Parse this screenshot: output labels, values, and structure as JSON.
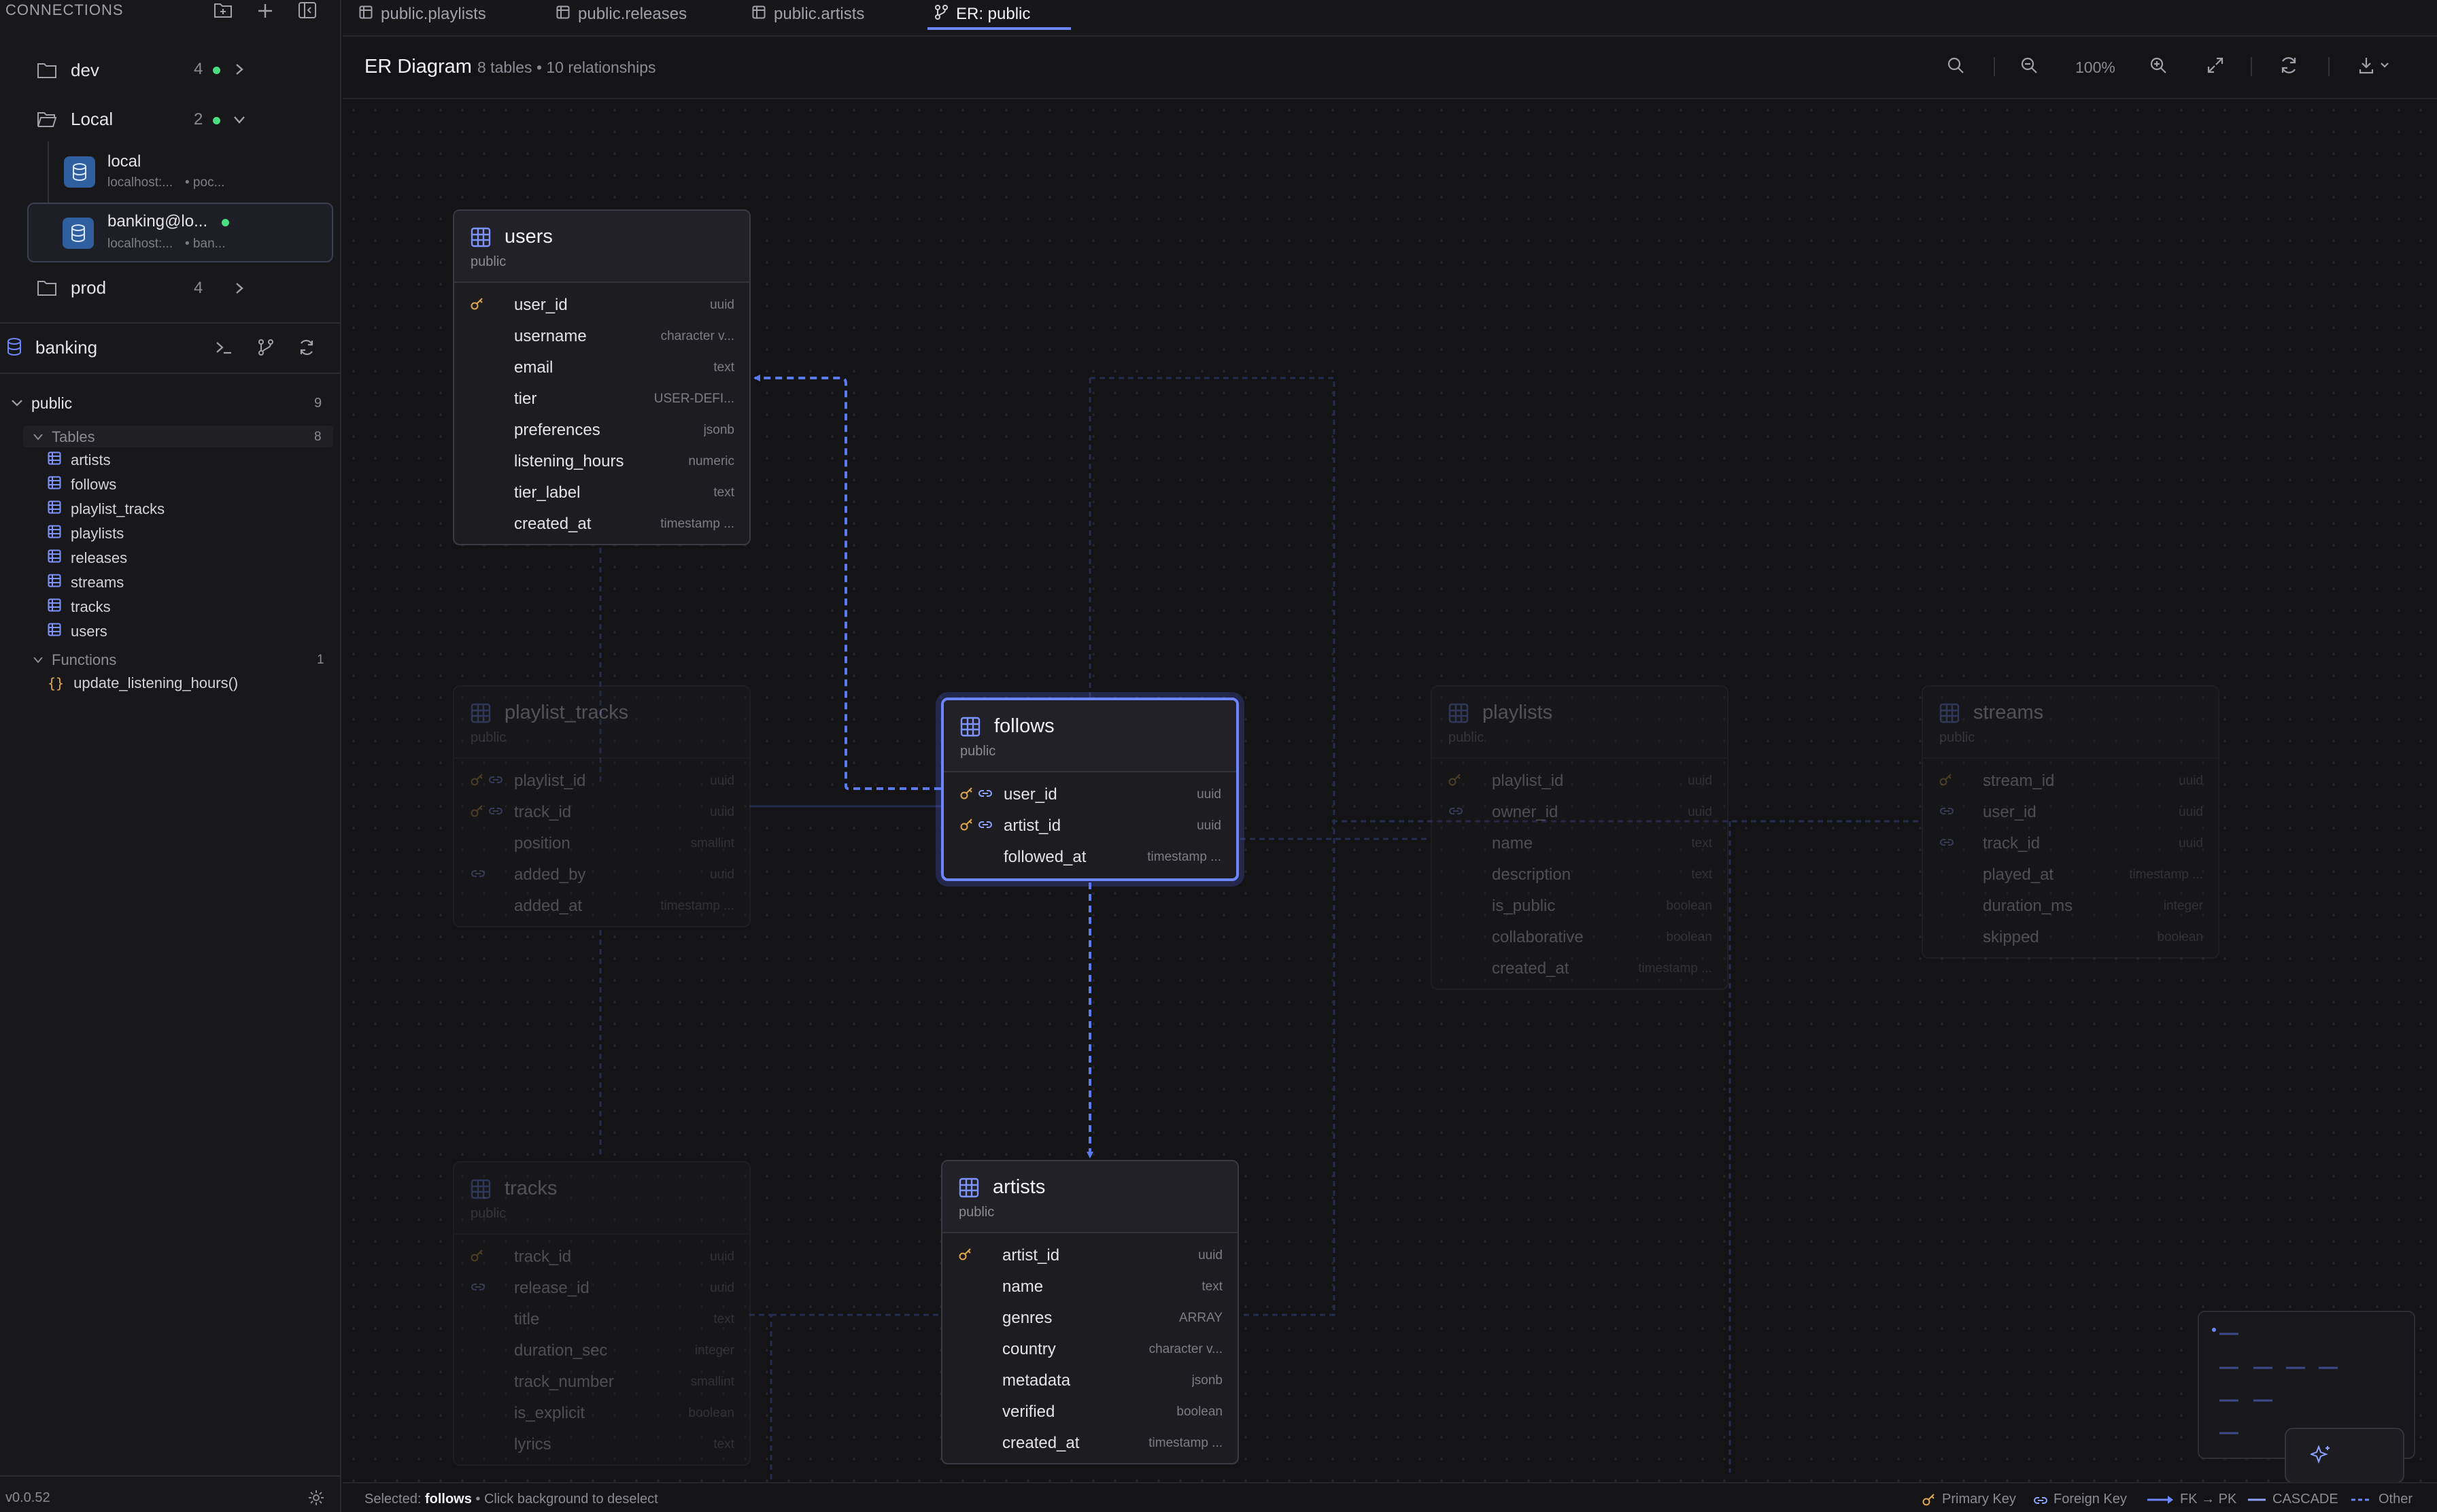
{
  "sidebar": {
    "connections_label": "CONNECTIONS",
    "groups": [
      {
        "name": "dev",
        "count": "4"
      },
      {
        "name": "Local",
        "count": "2"
      },
      {
        "name": "prod",
        "count": "4"
      }
    ],
    "connections": [
      {
        "name": "local",
        "host": "localhost:...",
        "db": "• poc..."
      },
      {
        "name": "banking@lo...",
        "host": "localhost:...",
        "db": "• ban..."
      }
    ],
    "db_name": "banking",
    "schema": {
      "name": "public",
      "count": "9"
    },
    "tables_label": "Tables",
    "tables_count": "8",
    "tables": [
      "artists",
      "follows",
      "playlist_tracks",
      "playlists",
      "releases",
      "streams",
      "tracks",
      "users"
    ],
    "functions_label": "Functions",
    "functions_count": "1",
    "functions": [
      "update_listening_hours()"
    ],
    "version": "v0.0.52"
  },
  "tabs": [
    {
      "label": "public.playlists",
      "icon": "table-icon"
    },
    {
      "label": "public.releases",
      "icon": "table-icon"
    },
    {
      "label": "public.artists",
      "icon": "table-icon"
    },
    {
      "label": "ER: public",
      "icon": "er-icon",
      "active": true
    }
  ],
  "toolbar": {
    "title": "ER Diagram",
    "subtitle": "8 tables • 10 relationships",
    "zoom": "100%"
  },
  "er_tables": {
    "users": {
      "name": "users",
      "schema": "public",
      "columns": [
        {
          "name": "user_id",
          "type": "uuid",
          "pk": true
        },
        {
          "name": "username",
          "type": "character v..."
        },
        {
          "name": "email",
          "type": "text"
        },
        {
          "name": "tier",
          "type": "USER-DEFI..."
        },
        {
          "name": "preferences",
          "type": "jsonb"
        },
        {
          "name": "listening_hours",
          "type": "numeric"
        },
        {
          "name": "tier_label",
          "type": "text"
        },
        {
          "name": "created_at",
          "type": "timestamp ..."
        }
      ]
    },
    "follows": {
      "name": "follows",
      "schema": "public",
      "columns": [
        {
          "name": "user_id",
          "type": "uuid",
          "pk": true,
          "fk": true
        },
        {
          "name": "artist_id",
          "type": "uuid",
          "pk": true,
          "fk": true
        },
        {
          "name": "followed_at",
          "type": "timestamp ..."
        }
      ]
    },
    "artists": {
      "name": "artists",
      "schema": "public",
      "columns": [
        {
          "name": "artist_id",
          "type": "uuid",
          "pk": true
        },
        {
          "name": "name",
          "type": "text"
        },
        {
          "name": "genres",
          "type": "ARRAY"
        },
        {
          "name": "country",
          "type": "character v..."
        },
        {
          "name": "metadata",
          "type": "jsonb"
        },
        {
          "name": "verified",
          "type": "boolean"
        },
        {
          "name": "created_at",
          "type": "timestamp ..."
        }
      ]
    },
    "playlist_tracks": {
      "name": "playlist_tracks",
      "schema": "public",
      "columns": [
        {
          "name": "playlist_id",
          "type": "uuid",
          "pk": true,
          "fk": true
        },
        {
          "name": "track_id",
          "type": "uuid",
          "pk": true,
          "fk": true
        },
        {
          "name": "position",
          "type": "smallint"
        },
        {
          "name": "added_by",
          "type": "uuid",
          "fk": true
        },
        {
          "name": "added_at",
          "type": "timestamp ..."
        }
      ]
    },
    "playlists": {
      "name": "playlists",
      "schema": "public",
      "columns": [
        {
          "name": "playlist_id",
          "type": "uuid",
          "pk": true
        },
        {
          "name": "owner_id",
          "type": "uuid",
          "fk": true
        },
        {
          "name": "name",
          "type": "text"
        },
        {
          "name": "description",
          "type": "text"
        },
        {
          "name": "is_public",
          "type": "boolean"
        },
        {
          "name": "collaborative",
          "type": "boolean"
        },
        {
          "name": "created_at",
          "type": "timestamp ..."
        }
      ]
    },
    "streams": {
      "name": "streams",
      "schema": "public",
      "columns": [
        {
          "name": "stream_id",
          "type": "uuid",
          "pk": true
        },
        {
          "name": "user_id",
          "type": "uuid",
          "fk": true
        },
        {
          "name": "track_id",
          "type": "uuid",
          "fk": true
        },
        {
          "name": "played_at",
          "type": "timestamp ..."
        },
        {
          "name": "duration_ms",
          "type": "integer"
        },
        {
          "name": "skipped",
          "type": "boolean"
        }
      ]
    },
    "tracks": {
      "name": "tracks",
      "schema": "public",
      "columns": [
        {
          "name": "track_id",
          "type": "uuid",
          "pk": true
        },
        {
          "name": "release_id",
          "type": "uuid",
          "fk": true
        },
        {
          "name": "title",
          "type": "text"
        },
        {
          "name": "duration_sec",
          "type": "integer"
        },
        {
          "name": "track_number",
          "type": "smallint"
        },
        {
          "name": "is_explicit",
          "type": "boolean"
        },
        {
          "name": "lyrics",
          "type": "text"
        }
      ]
    }
  },
  "status": {
    "prefix": "Selected:",
    "selected": "follows",
    "suffix": "• Click background to deselect"
  },
  "legend": [
    "Primary Key",
    "Foreign Key",
    "FK → PK",
    "CASCADE",
    "Other"
  ],
  "colors": {
    "accent": "#6d86ff",
    "pk": "#e0a84a",
    "fk": "#8ea2ff",
    "online": "#4ade80"
  }
}
